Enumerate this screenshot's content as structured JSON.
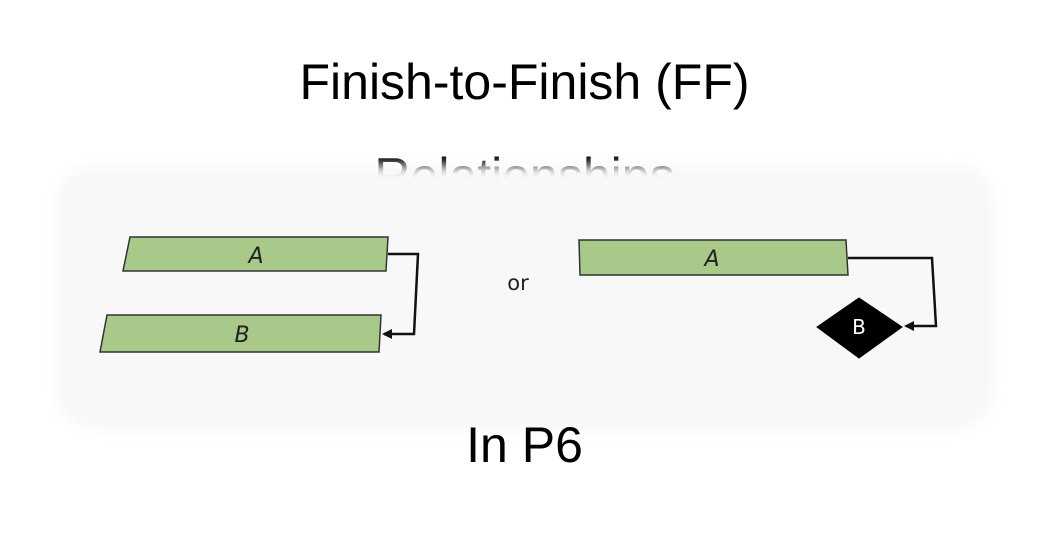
{
  "title": {
    "line1": "Finish-to-Finish (FF)",
    "line2": "Relationships"
  },
  "footer": "In P6",
  "diagram": {
    "left_example": {
      "predecessor_label": "A",
      "successor_label": "B"
    },
    "separator": "or",
    "right_example": {
      "predecessor_label": "A",
      "milestone_label": "B"
    },
    "colors": {
      "bar_fill": "#a9c98a",
      "bar_stroke": "#333333",
      "arrow": "#111111",
      "milestone_fill": "#000000"
    }
  }
}
